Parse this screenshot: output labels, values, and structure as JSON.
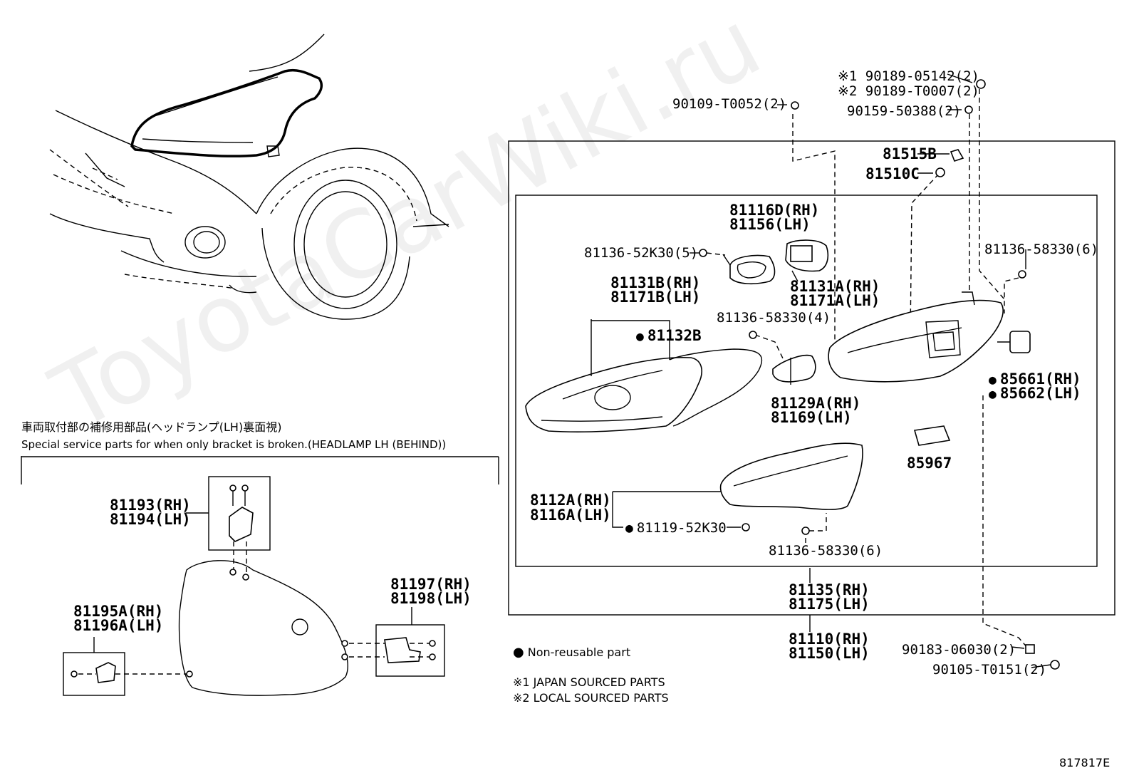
{
  "watermark": "ToyotaCarWiki.ru",
  "figure_code": "817817E",
  "legend": {
    "non_reusable": "Non-reusable part",
    "note1": "※1 JAPAN SOURCED PARTS",
    "note2": "※2 LOCAL SOURCED PARTS"
  },
  "inset": {
    "title_jp": "車両取付部の補修用部品(ヘッドランプ(LH)裏面視)",
    "title_en": "Special service parts for when only bracket is broken.(HEADLAMP LH (BEHIND))"
  },
  "parts": {
    "p90189_05142": "※1 90189-05142(2)",
    "p90189_T0007": "※2 90189-T0007(2)",
    "p90109_T0052": "90109-T0052(2)",
    "p90159_50388": "90159-50388(2)",
    "p81515B": "81515B",
    "p81510C": "81510C",
    "p81116D": "81116D(RH)",
    "p81156": "81156(LH)",
    "p81136_52K30": "81136-52K30(5)",
    "p81131A": "81131A(RH)",
    "p81171A": "81171A(LH)",
    "p81136_58330_6a": "81136-58330(6)",
    "p81131B": "81131B(RH)",
    "p81171B": "81171B(LH)",
    "p81136_58330_4": "81136-58330(4)",
    "p81132B": "81132B",
    "p85661": "85661(RH)",
    "p85662": "85662(LH)",
    "p81129A": "81129A(RH)",
    "p81169": "81169(LH)",
    "p85967": "85967",
    "p8112A": "8112A(RH)",
    "p8116A": "8116A(LH)",
    "p81119_52K30": "81119-52K30",
    "p81136_58330_6b": "81136-58330(6)",
    "p81135": "81135(RH)",
    "p81175": "81175(LH)",
    "p81110": "81110(RH)",
    "p81150": "81150(LH)",
    "p90183_06030": "90183-06030(2)",
    "p90105_T0151": "90105-T0151(2)",
    "p81193": "81193(RH)",
    "p81194": "81194(LH)",
    "p81197": "81197(RH)",
    "p81198": "81198(LH)",
    "p81195A": "81195A(RH)",
    "p81196A": "81196A(LH)"
  }
}
